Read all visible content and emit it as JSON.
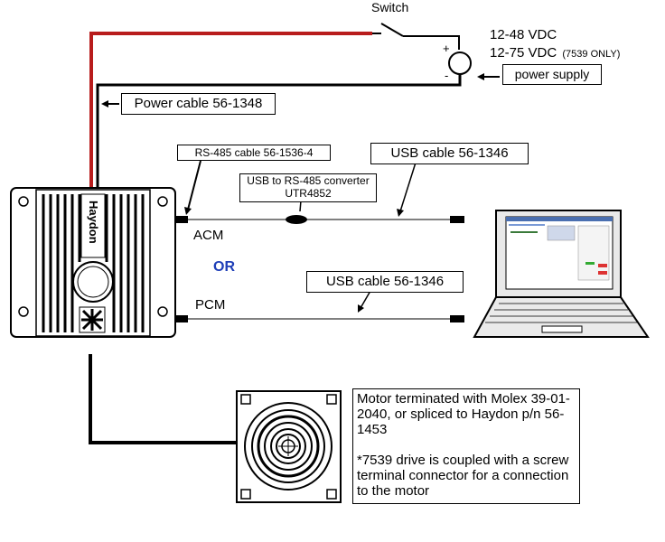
{
  "switch_label": "Switch",
  "voltage_1": "12-48 VDC",
  "voltage_2": "12-75 VDC",
  "voltage_2_note": "(7539 ONLY)",
  "plus": "+",
  "minus": "-",
  "power_supply_label": "power supply",
  "power_cable_label": "Power cable 56-1348",
  "rs485_cable_label": "RS-485 cable 56-1536-4",
  "converter_label_line1": "USB to RS-485 converter",
  "converter_label_line2": "UTR4852",
  "usb_cable_top_label": "USB cable 56-1346",
  "usb_cable_bottom_label": "USB cable 56-1346",
  "acm_label": "ACM",
  "or_label": "OR",
  "pcm_label": "PCM",
  "drive_brand": "Haydon",
  "motor_note_p1": "Motor terminated with Molex 39-01-2040, or spliced to Haydon p/n 56-1453",
  "motor_note_p2": "*7539 drive is coupled with a screw terminal connector for a connection to the motor",
  "colors": {
    "power_wire": "#b81c1c",
    "or_text": "#1f3fb8",
    "wire": "#000000"
  }
}
